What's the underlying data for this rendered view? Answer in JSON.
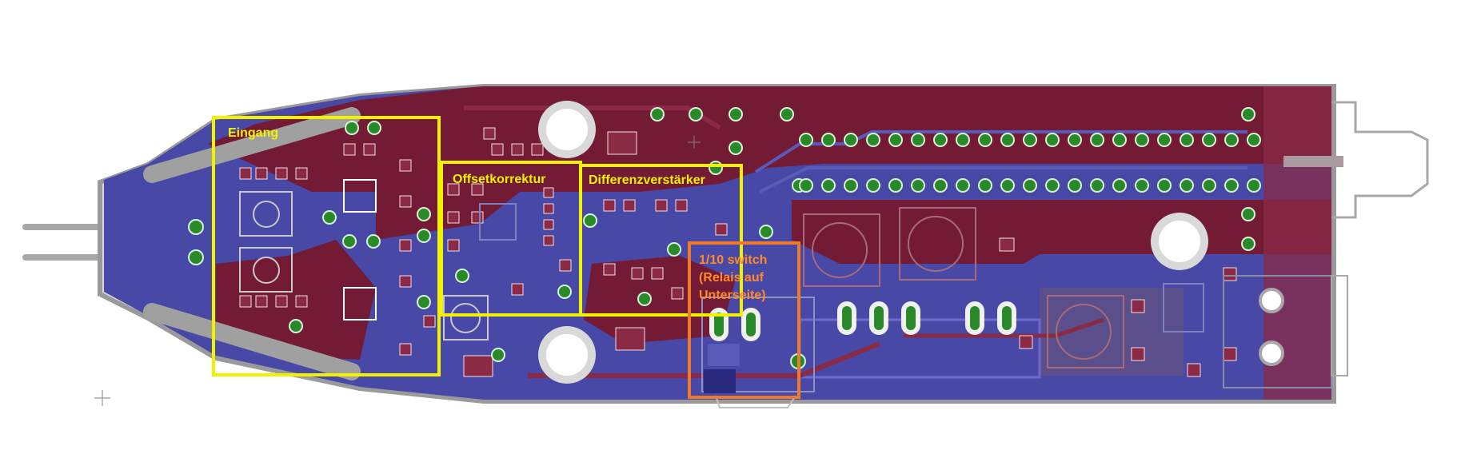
{
  "title": "",
  "colors": {
    "background": "#ffffff",
    "outline": "#9a9a9a",
    "bottom_copper": "#4848a6",
    "top_copper": "#731b35",
    "trace": "#8a2a45",
    "pad": "#2a8a2a",
    "silk": "#d8d8d8",
    "region_yellow": "#f2f200",
    "region_orange": "#f07a2a"
  },
  "regions": [
    {
      "label": "Eingang",
      "color": "region_yellow"
    },
    {
      "label": "Offsetkorrektur",
      "color": "region_yellow"
    },
    {
      "label": "Differenzverstärker",
      "color": "region_yellow"
    },
    {
      "label_lines": [
        "1/10 switch",
        "(Relais auf",
        "Unterseite)"
      ],
      "color": "region_orange"
    }
  ]
}
